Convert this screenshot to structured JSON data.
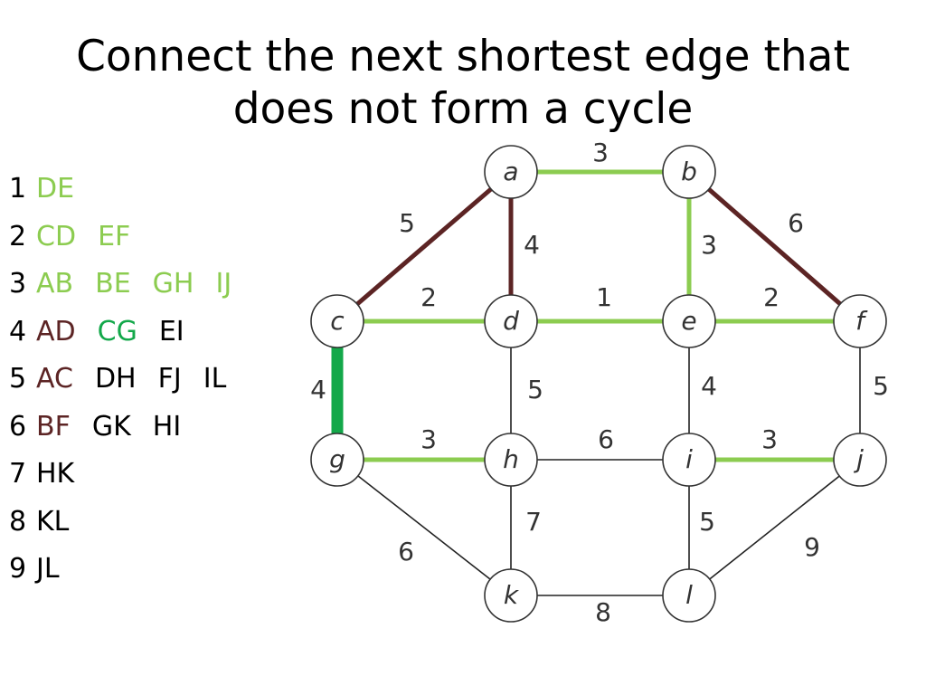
{
  "title": {
    "line1": "Connect the next shortest edge that",
    "line2": "does not form a cycle"
  },
  "colors": {
    "selected": "#8ccc50",
    "current": "#13a84a",
    "rejected": "#5c2424",
    "pending": "#222222"
  },
  "edge_list": [
    {
      "num": "1",
      "items": [
        {
          "label": "DE",
          "status": "selected"
        }
      ]
    },
    {
      "num": "2",
      "items": [
        {
          "label": "CD",
          "status": "selected"
        },
        {
          "label": "EF",
          "status": "selected"
        }
      ]
    },
    {
      "num": "3",
      "items": [
        {
          "label": "AB",
          "status": "selected"
        },
        {
          "label": "BE",
          "status": "selected"
        },
        {
          "label": "GH",
          "status": "selected"
        },
        {
          "label": "IJ",
          "status": "selected"
        }
      ]
    },
    {
      "num": "4",
      "items": [
        {
          "label": "AD",
          "status": "rejected"
        },
        {
          "label": "CG",
          "status": "current"
        },
        {
          "label": "EI",
          "status": "pending"
        }
      ]
    },
    {
      "num": "5",
      "items": [
        {
          "label": "AC",
          "status": "rejected"
        },
        {
          "label": "DH",
          "status": "pending"
        },
        {
          "label": "FJ",
          "status": "pending"
        },
        {
          "label": "IL",
          "status": "pending"
        }
      ]
    },
    {
      "num": "6",
      "items": [
        {
          "label": "BF",
          "status": "rejected"
        },
        {
          "label": "GK",
          "status": "pending"
        },
        {
          "label": "HI",
          "status": "pending"
        }
      ]
    },
    {
      "num": "7",
      "items": [
        {
          "label": "HK",
          "status": "pending"
        }
      ]
    },
    {
      "num": "8",
      "items": [
        {
          "label": "KL",
          "status": "pending"
        }
      ]
    },
    {
      "num": "9",
      "items": [
        {
          "label": "JL",
          "status": "pending"
        }
      ]
    }
  ],
  "graph": {
    "nodes": [
      "a",
      "b",
      "c",
      "d",
      "e",
      "f",
      "g",
      "h",
      "i",
      "j",
      "k",
      "l"
    ],
    "edges": [
      {
        "from": "a",
        "to": "b",
        "weight": "3",
        "status": "selected"
      },
      {
        "from": "a",
        "to": "c",
        "weight": "5",
        "status": "rejected"
      },
      {
        "from": "a",
        "to": "d",
        "weight": "4",
        "status": "rejected"
      },
      {
        "from": "b",
        "to": "e",
        "weight": "3",
        "status": "selected"
      },
      {
        "from": "b",
        "to": "f",
        "weight": "6",
        "status": "rejected"
      },
      {
        "from": "c",
        "to": "d",
        "weight": "2",
        "status": "selected"
      },
      {
        "from": "d",
        "to": "e",
        "weight": "1",
        "status": "selected"
      },
      {
        "from": "e",
        "to": "f",
        "weight": "2",
        "status": "selected"
      },
      {
        "from": "c",
        "to": "g",
        "weight": "4",
        "status": "current"
      },
      {
        "from": "d",
        "to": "h",
        "weight": "5",
        "status": "pending"
      },
      {
        "from": "e",
        "to": "i",
        "weight": "4",
        "status": "pending"
      },
      {
        "from": "f",
        "to": "j",
        "weight": "5",
        "status": "pending"
      },
      {
        "from": "g",
        "to": "h",
        "weight": "3",
        "status": "selected"
      },
      {
        "from": "h",
        "to": "i",
        "weight": "6",
        "status": "pending"
      },
      {
        "from": "i",
        "to": "j",
        "weight": "3",
        "status": "selected"
      },
      {
        "from": "g",
        "to": "k",
        "weight": "6",
        "status": "pending"
      },
      {
        "from": "h",
        "to": "k",
        "weight": "7",
        "status": "pending"
      },
      {
        "from": "i",
        "to": "l",
        "weight": "5",
        "status": "pending"
      },
      {
        "from": "j",
        "to": "l",
        "weight": "9",
        "status": "pending"
      },
      {
        "from": "k",
        "to": "l",
        "weight": "8",
        "status": "pending"
      }
    ]
  }
}
